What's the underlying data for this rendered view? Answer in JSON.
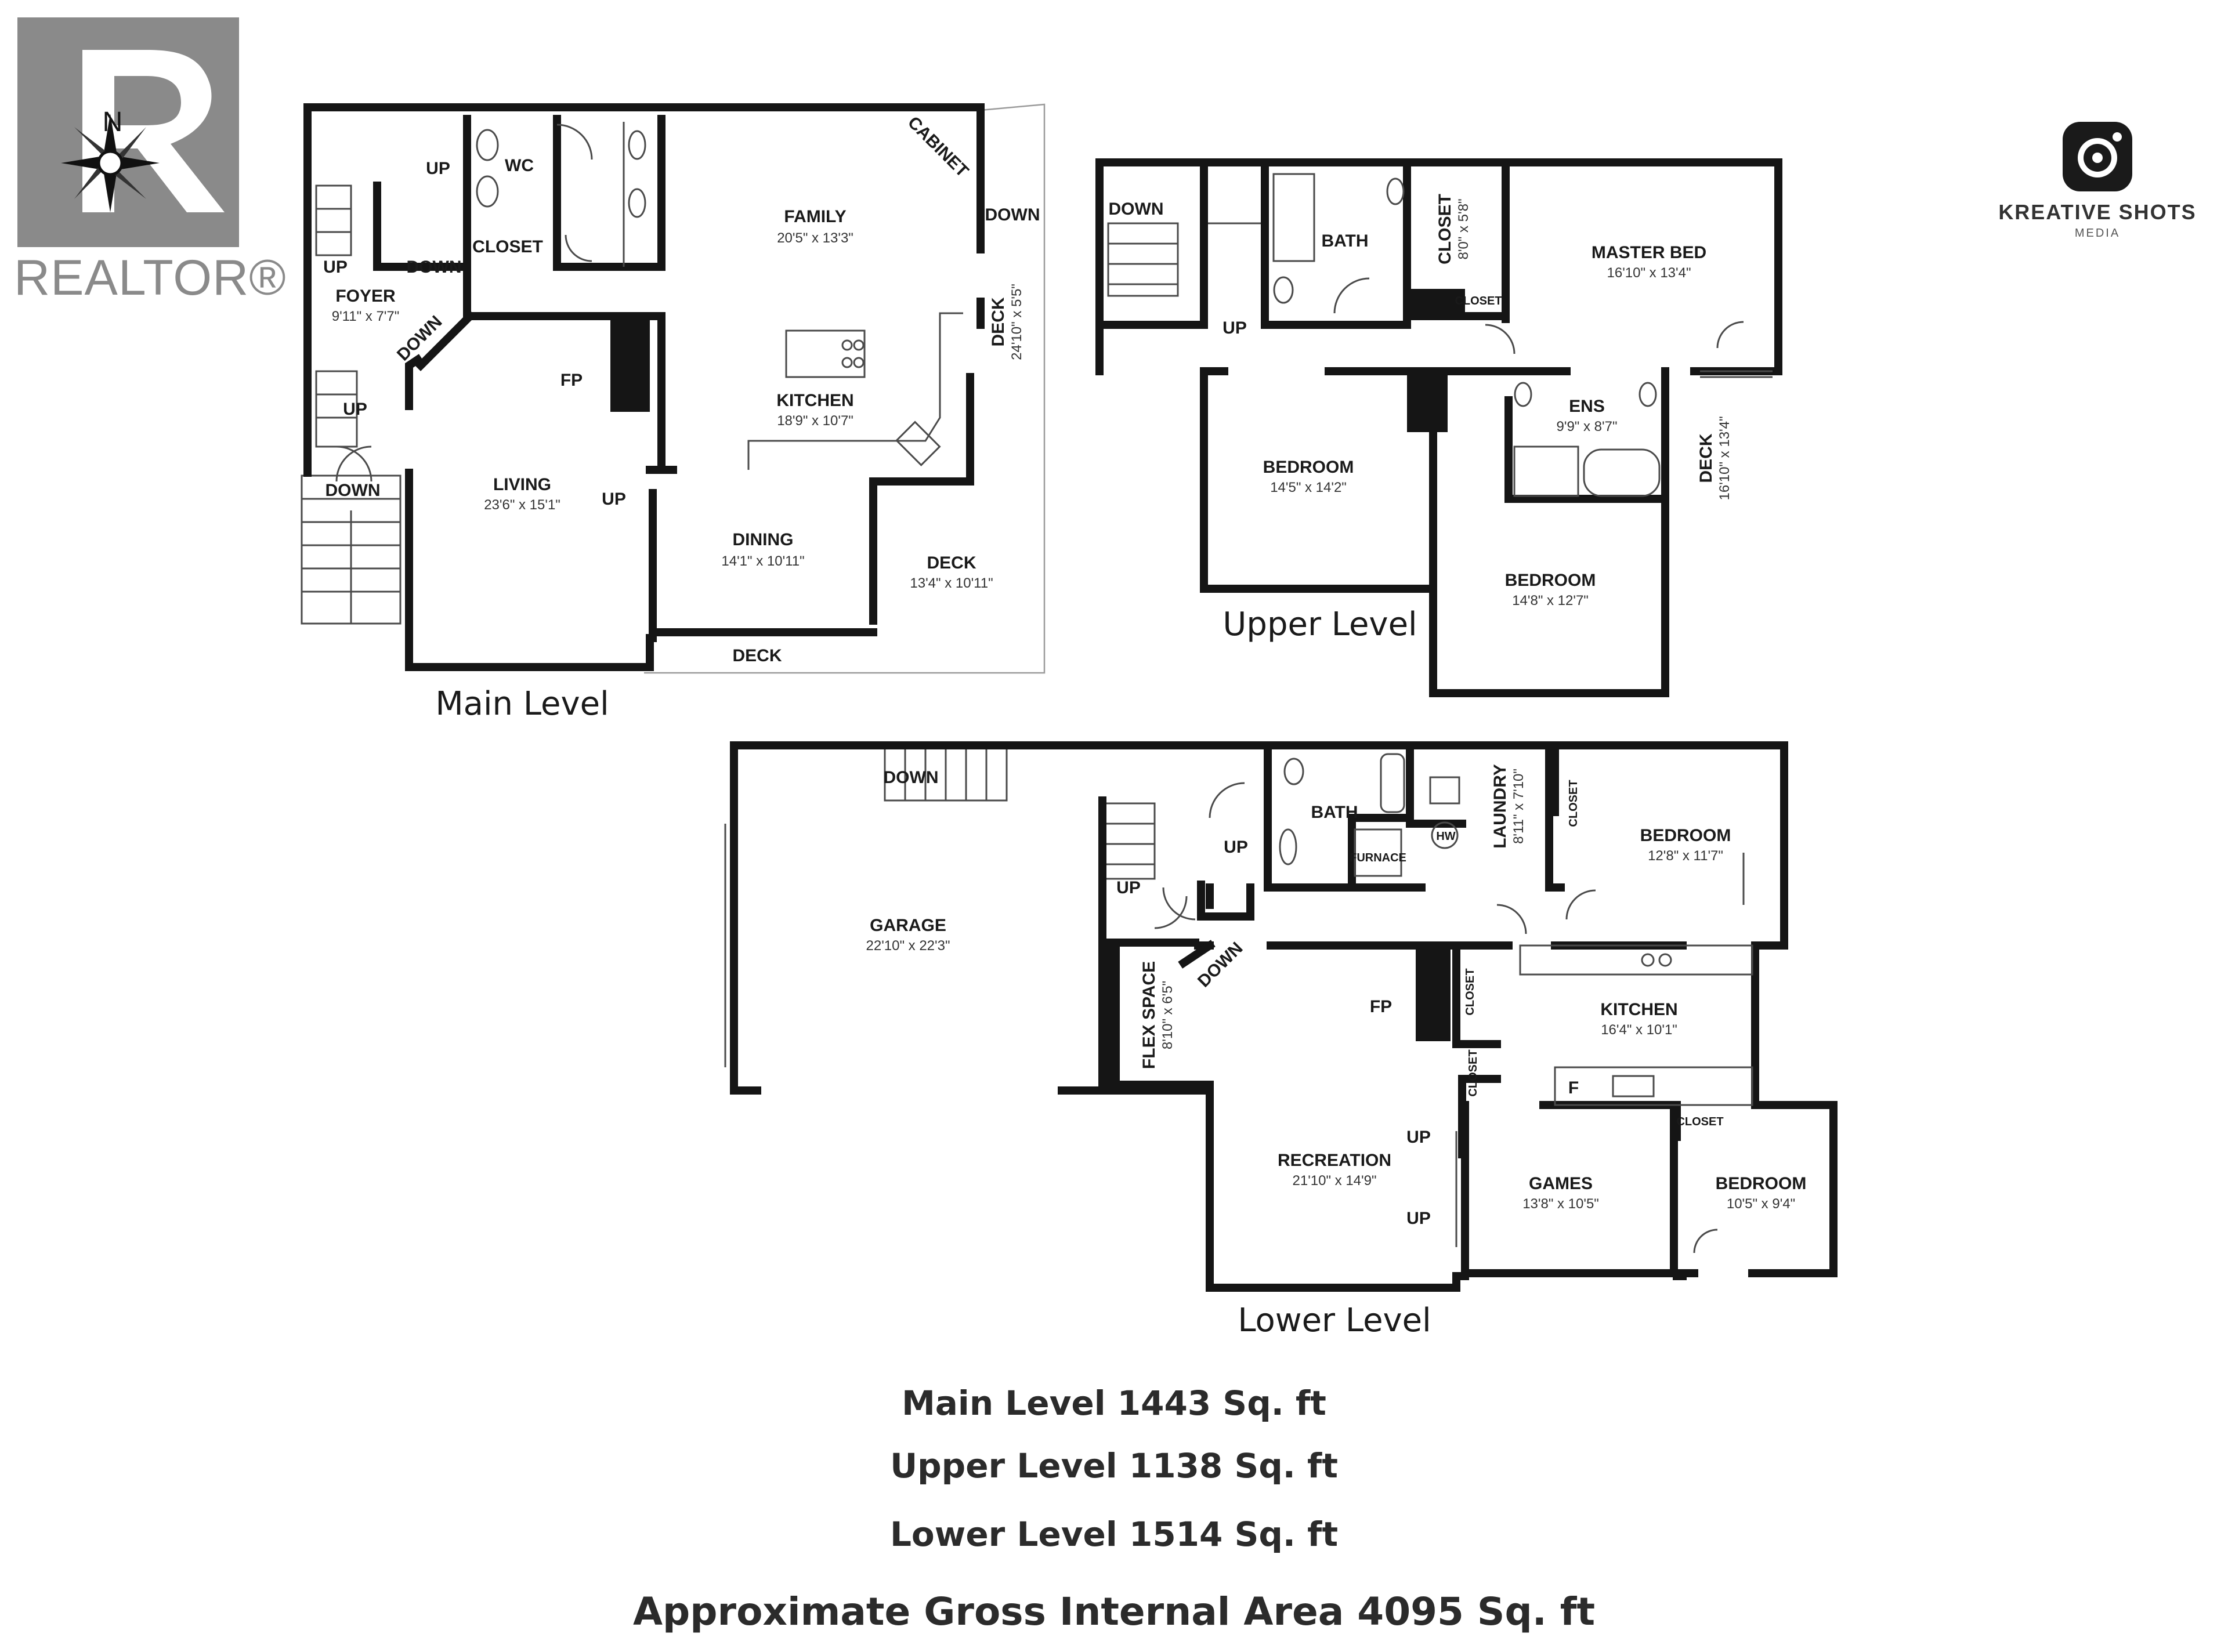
{
  "branding": {
    "realtor_word": "REALTOR",
    "compass_label": "N",
    "kreative_line1": "KREATIVE SHOTS",
    "kreative_line2": "MEDIA"
  },
  "main_level": {
    "title": "Main Level",
    "rooms": {
      "foyer": {
        "name": "FOYER",
        "dim": "9'11\" x 7'7\""
      },
      "family": {
        "name": "FAMILY",
        "dim": "20'5\" x 13'3\""
      },
      "kitchen": {
        "name": "KITCHEN",
        "dim": "18'9\" x 10'7\""
      },
      "living": {
        "name": "LIVING",
        "dim": "23'6\" x 15'1\""
      },
      "dining": {
        "name": "DINING",
        "dim": "14'1\" x 10'11\""
      },
      "deck_side": {
        "name": "DECK",
        "dim": "24'10\" x 5'5\""
      },
      "deck_back": {
        "name": "DECK",
        "dim": "13'4\" x 10'11\""
      },
      "deck_bottom": {
        "name": "DECK"
      }
    },
    "labels": {
      "wc": "WC",
      "closet": "CLOSET",
      "cabinet": "CABINET",
      "fp": "FP",
      "up": "UP",
      "down": "DOWN"
    }
  },
  "upper_level": {
    "title": "Upper Level",
    "rooms": {
      "bath": {
        "name": "BATH"
      },
      "closet": {
        "name": "CLOSET",
        "dim": "8'0\" x 5'8\""
      },
      "closet_small": {
        "name": "CLOSET"
      },
      "master": {
        "name": "MASTER BED",
        "dim": "16'10\" x 13'4\""
      },
      "ens": {
        "name": "ENS",
        "dim": "9'9\" x 8'7\""
      },
      "bedroom1": {
        "name": "BEDROOM",
        "dim": "14'5\" x 14'2\""
      },
      "bedroom2": {
        "name": "BEDROOM",
        "dim": "14'8\" x 12'7\""
      },
      "deck": {
        "name": "DECK",
        "dim": "16'10\" x 13'4\""
      }
    },
    "labels": {
      "up": "UP",
      "down": "DOWN"
    }
  },
  "lower_level": {
    "title": "Lower Level",
    "rooms": {
      "garage": {
        "name": "GARAGE",
        "dim": "22'10\" x 22'3\""
      },
      "bath": {
        "name": "BATH"
      },
      "laundry": {
        "name": "LAUNDRY",
        "dim": "8'11\" x 7'10\""
      },
      "bedroom1": {
        "name": "BEDROOM",
        "dim": "12'8\" x 11'7\""
      },
      "flex": {
        "name": "FLEX SPACE",
        "dim": "8'10\" x 6'5\""
      },
      "kitchen": {
        "name": "KITCHEN",
        "dim": "16'4\" x 10'1\""
      },
      "recreation": {
        "name": "RECREATION",
        "dim": "21'10\" x 14'9\""
      },
      "games": {
        "name": "GAMES",
        "dim": "13'8\" x 10'5\""
      },
      "bedroom2": {
        "name": "BEDROOM",
        "dim": "10'5\" x 9'4\""
      }
    },
    "labels": {
      "down": "DOWN",
      "up": "UP",
      "fp": "FP",
      "closet": "CLOSET",
      "furnace": "FURNACE",
      "hw": "HW",
      "f": "F"
    }
  },
  "areas": {
    "main": "Main Level 1443 Sq. ft",
    "upper": "Upper Level 1138 Sq. ft",
    "lower": "Lower Level 1514 Sq. ft",
    "gross": "Approximate Gross Internal Area 4095 Sq. ft"
  }
}
